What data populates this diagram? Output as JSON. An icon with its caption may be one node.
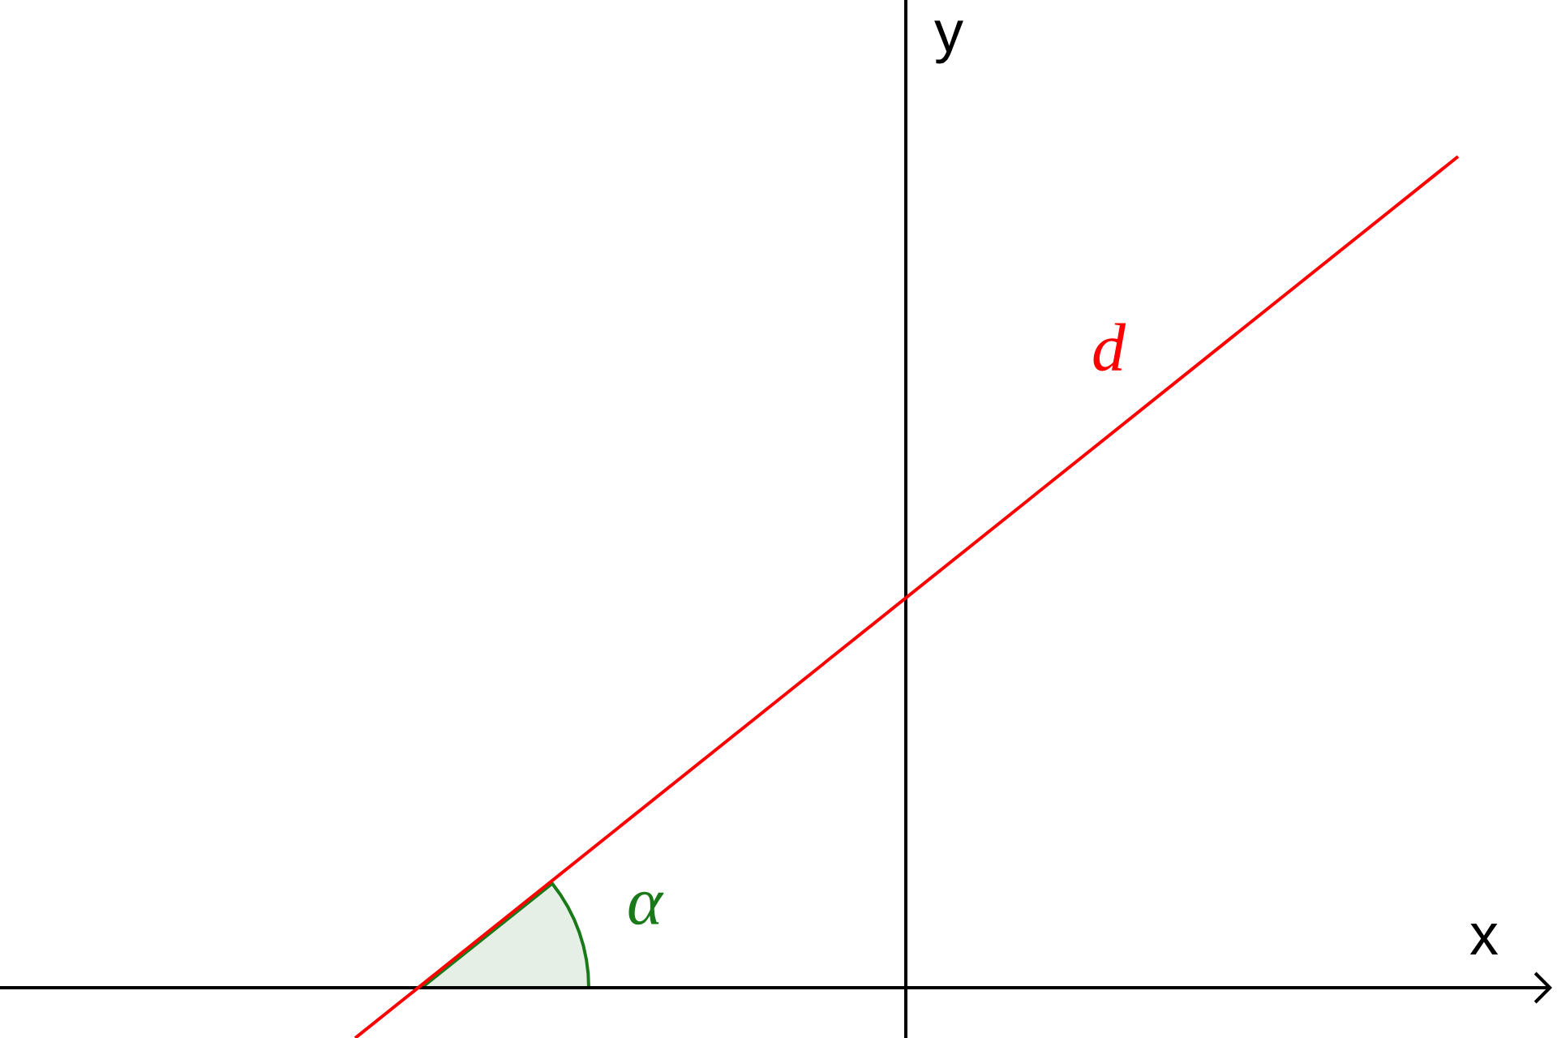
{
  "diagram": {
    "labels": [
      "y",
      "d",
      "α",
      "x"
    ]
  }
}
